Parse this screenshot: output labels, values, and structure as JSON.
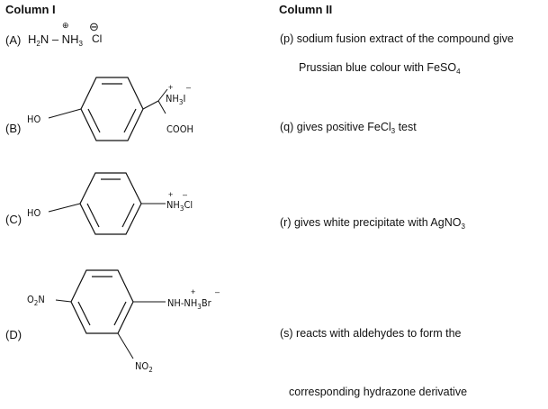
{
  "headers": {
    "col1": "Column I",
    "col2": "Column II"
  },
  "column1": [
    {
      "label": "(A)",
      "formula_main": "H",
      "formula_sub": "2",
      "formula_rest": "N – NH",
      "formula_sub2": "3",
      "anion": "Cl",
      "cation_charge": "⊕",
      "anion_charge": "⊖"
    },
    {
      "label": "(B)",
      "left_group": "HO",
      "right_group": "NH",
      "right_sub": "3",
      "counter": "I",
      "plus": "+",
      "minus": "–",
      "acid": "COOH"
    },
    {
      "label": "(C)",
      "left_group": "HO",
      "right_group": "NH",
      "right_sub": "3",
      "counter": "Cl",
      "plus": "+",
      "minus": "–"
    },
    {
      "label": "(D)",
      "left_group": "O",
      "left_sub": "2",
      "left_rest": "N",
      "right_group": "NH-NH",
      "right_sub": "3",
      "counter": "Br",
      "plus": "+",
      "minus": "–",
      "bottom_group": "NO",
      "bottom_sub": "2"
    }
  ],
  "column2": [
    {
      "line1": "(p) sodium fusion extract of the compound give",
      "line2": "Prussian blue colour with FeSO",
      "line2_sub": "4"
    },
    {
      "line1": "(q) gives positive FeCl",
      "line1_sub": "3",
      "line1_rest": " test"
    },
    {
      "line1": "(r) gives white precipitate with AgNO",
      "line1_sub": "3"
    },
    {
      "line1": "(s) reacts with aldehydes to form the",
      "line2": "corresponding hydrazone derivative"
    }
  ]
}
